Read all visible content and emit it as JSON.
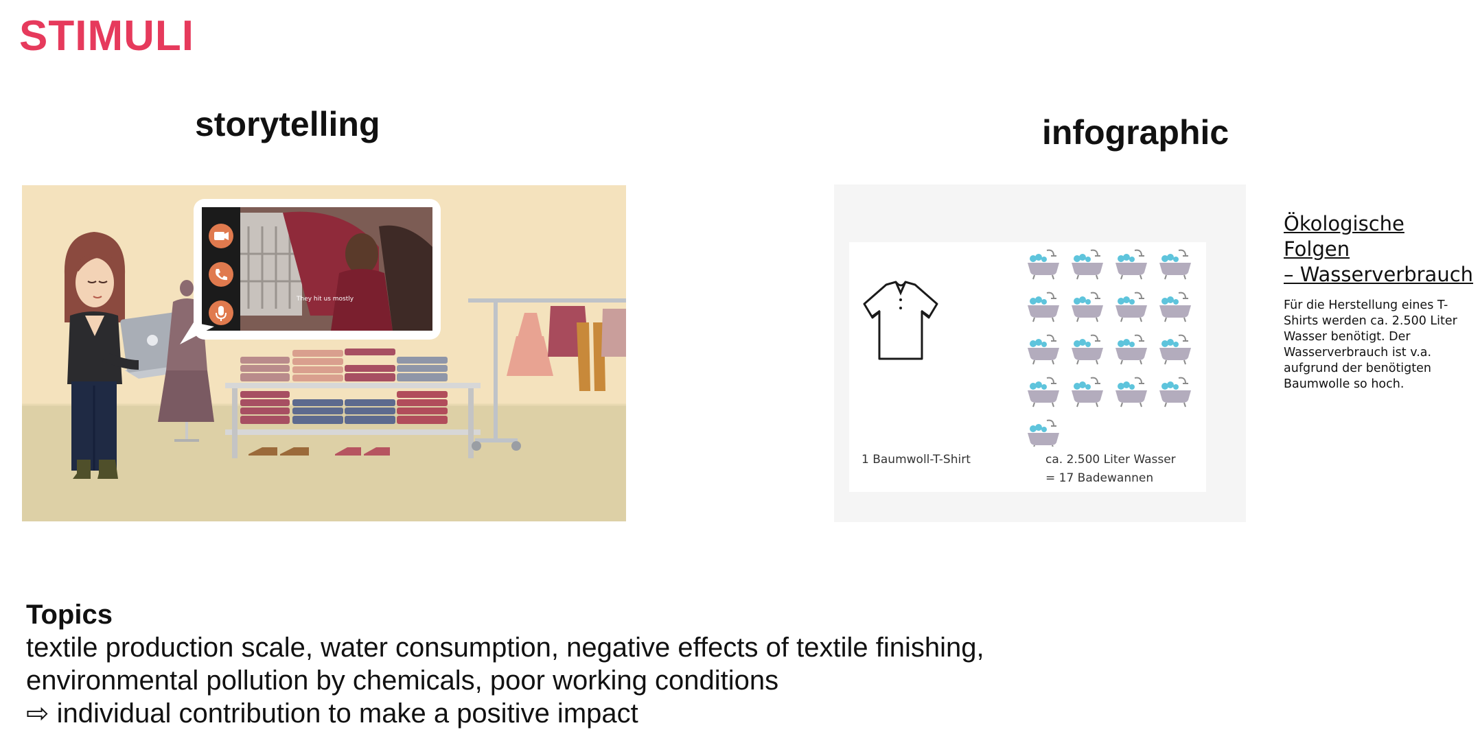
{
  "title": "STIMULI",
  "storytelling": {
    "label": "storytelling",
    "video_subtitle": "They hit us mostly",
    "call_buttons": [
      "video-icon",
      "phone-icon",
      "microphone-icon"
    ],
    "colors": {
      "background": "#f4e2bd",
      "floor": "#ddd0a6",
      "accent": "#e07a4e"
    }
  },
  "infographic": {
    "label": "infographic",
    "shirt_caption": "1 Baumwoll-T-Shirt",
    "water_caption_line1": "ca. 2.500 Liter Wasser",
    "water_caption_line2": "= 17 Badewannen",
    "bathtub_count": 17,
    "side_heading_line1": "Ökologische Folgen",
    "side_heading_line2": "– Wasserverbrauch",
    "side_text": [
      "Für die Herstellung eines T-",
      "Shirts werden ca. 2.500 Liter",
      "Wasser benötigt. Der",
      "Wasserverbrauch ist v.a.",
      "aufgrund der benötigten",
      "Baumwolle so hoch."
    ]
  },
  "topics": {
    "heading": "Topics",
    "line1": "textile production scale, water consumption, negative effects of textile finishing,",
    "line2": "environmental pollution by chemicals, poor working conditions",
    "line3": "⇨ individual contribution to make a positive impact"
  }
}
